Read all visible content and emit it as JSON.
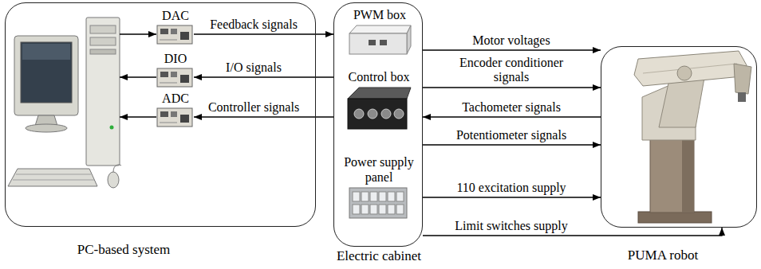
{
  "diagram": {
    "nodes": [
      {
        "text": [
          "PC-based system"
        ]
      },
      {
        "text": [
          "DAC"
        ],
        "in": 0
      },
      {
        "text": [
          "DIO"
        ],
        "in": 0
      },
      {
        "text": [
          "ADC"
        ],
        "in": 0
      },
      {
        "text": [
          "Electric cabinet"
        ]
      },
      {
        "text": [
          "PWM box"
        ],
        "in": 4
      },
      {
        "text": [
          "Control box"
        ],
        "in": 4
      },
      {
        "text": [
          "Power supply panel"
        ],
        "in": 4
      },
      {
        "text": [
          "PUMA robot"
        ]
      }
    ],
    "edges": [
      {
        "from": 1,
        "to": 4,
        "label": "Feedback signals",
        "arrow": "to"
      },
      {
        "from": 4,
        "to": 2,
        "label": "I/O signals",
        "arrow": "to"
      },
      {
        "from": 4,
        "to": 3,
        "label": "Controller signals",
        "arrow": "to"
      },
      {
        "from": 4,
        "to": 8,
        "label": "Motor voltages",
        "arrow": "to"
      },
      {
        "from": 4,
        "to": 8,
        "label": "Encoder conditioner signals",
        "arrow": "to"
      },
      {
        "from": 8,
        "to": 4,
        "label": "Tachometer signals",
        "arrow": "to"
      },
      {
        "from": 4,
        "to": 8,
        "label": "Potentiometer signals",
        "arrow": "to"
      },
      {
        "from": 4,
        "to": 8,
        "label": "110 excitation supply",
        "arrow": "to"
      },
      {
        "from": 4,
        "to": 8,
        "label": "Limit switches supply",
        "arrow": "to"
      }
    ]
  }
}
